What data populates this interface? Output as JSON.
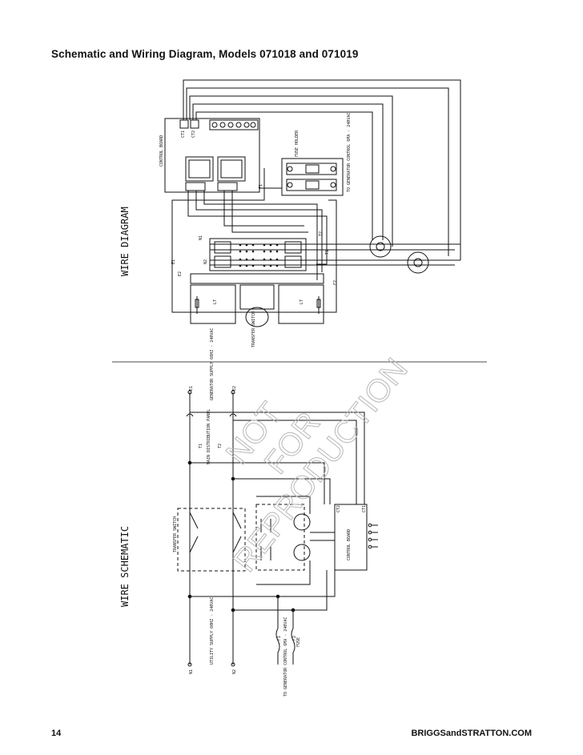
{
  "page": {
    "title": "Schematic and Wiring Diagram, Models 071018 and 071019",
    "page_number": "14",
    "website": "BRIGGSandSTRATTON.COM"
  },
  "watermark": {
    "line1": "NOT",
    "line2": "FOR",
    "line3": "REPRODUCTION"
  },
  "wire_diagram": {
    "side_label": "WIRE DIAGRAM",
    "control_board": "CONTROL BOARD",
    "ct1": "CT1",
    "ct2": "CT2",
    "fuse_holder": "FUSE HOLDER",
    "to_generator": "TO GENERATOR CONTROL 6MA - 240VAC",
    "transfer_switch": "TRANSFER SWITCH",
    "lt": "LT",
    "lt2": "LT",
    "n1": "N1",
    "n2": "N2",
    "e1": "E1",
    "e2": "E2",
    "t1": "T1",
    "t2": "T2",
    "f1": "F1",
    "f2": "F2"
  },
  "wire_schematic": {
    "side_label": "WIRE SCHEMATIC",
    "control_board": "CONTROL BOARD",
    "ct1": "CT1",
    "ct2": "CT2",
    "generator_supply": "GENERATOR SUPPLY 60HZ - 240VAC",
    "main_distribution": "MAIN DISTRIBUTION PANEL",
    "transfer_switch": "TRANSFER SWITCH",
    "utility_supply": "UTILITY SUPPLY 60HZ - 240VAC",
    "fuse": "FUSE",
    "to_generator": "TO GENERATOR CONTROL 6MA - 240VAC",
    "e1": "E1",
    "e2": "E2",
    "n1": "N1",
    "n2": "N2",
    "t1": "T1",
    "t2": "T2",
    "f1": "F1",
    "f2": "F2"
  }
}
